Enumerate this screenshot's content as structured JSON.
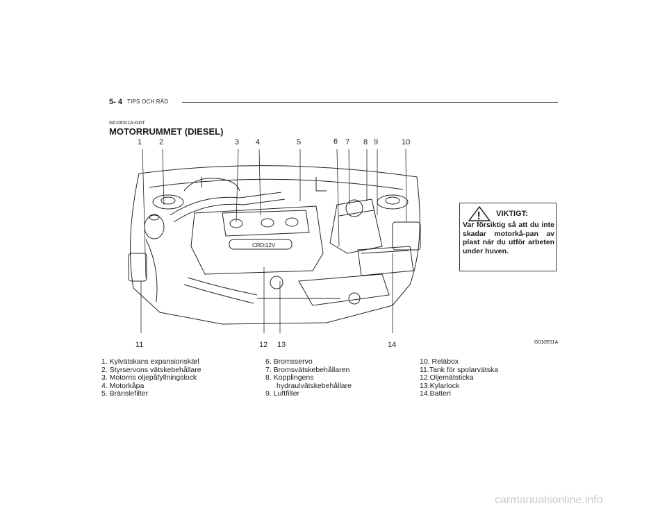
{
  "header": {
    "page_number": "5- 4",
    "section": "TIPS OCH RÅD"
  },
  "section_code": "G010D01A-GDT",
  "title": "MOTORRUMMET (DIESEL)",
  "figure": {
    "top_callouts": [
      "1",
      "2",
      "3",
      "4",
      "5",
      "6",
      "7",
      "8",
      "9",
      "10"
    ],
    "bottom_callouts": [
      "11",
      "12",
      "13",
      "14"
    ],
    "engine_badge": "CRDi12V",
    "code": "G010E01A"
  },
  "warning": {
    "icon": "exclamation-triangle-icon",
    "symbol": "!",
    "title": "VIKTIGT:",
    "text": "Var försiktig så att du inte skadar motorkå-pan av plast när du utför arbeten under huven."
  },
  "legend": {
    "col1": [
      "1. Kylvätskans expansionskärl",
      "2. Styrservons vätskebehållare",
      "3. Motorns oljepåfyllningslock",
      "4. Motorkåpa",
      "5. Bränslefilter"
    ],
    "col2": [
      "6. Bromsservo",
      "7. Bromsvätskebehållaren",
      "8. Kopplingens",
      "hydraulvätskebehållare",
      "9. Luftfilter"
    ],
    "col3": [
      "10. Reläbox",
      "11.Tank för spolarvätska",
      "12.Oljemätsticka",
      "13.Kylarlock",
      "14.Batteri"
    ]
  },
  "footer": {
    "watermark": "carmanualsonline.info"
  }
}
